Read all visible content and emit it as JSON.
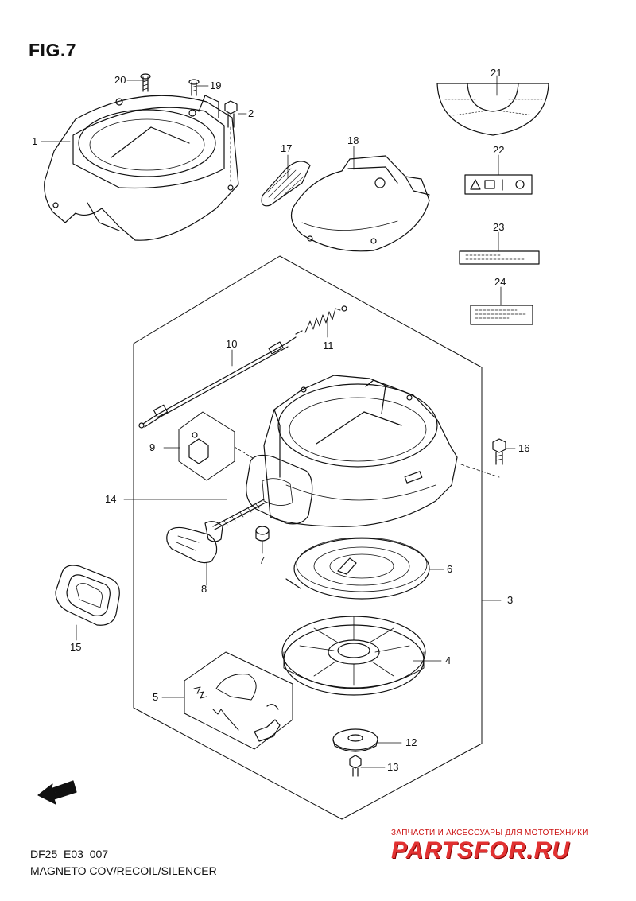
{
  "figure": {
    "title": "FIG.7",
    "code": "DF25_E03_007",
    "caption": "MAGNETO COV/RECOIL/SILENCER",
    "fwd_label": "FWD"
  },
  "watermark": {
    "line": "ЗАПЧАСТИ И АКСЕССУАРЫ ДЛЯ МОТОТЕХНИКИ",
    "logo": "PARTSFOR.RU"
  },
  "callouts": [
    {
      "id": "1",
      "label": "1"
    },
    {
      "id": "2",
      "label": "2"
    },
    {
      "id": "3",
      "label": "3"
    },
    {
      "id": "4",
      "label": "4"
    },
    {
      "id": "5",
      "label": "5"
    },
    {
      "id": "6",
      "label": "6"
    },
    {
      "id": "7",
      "label": "7"
    },
    {
      "id": "8",
      "label": "8"
    },
    {
      "id": "9",
      "label": "9"
    },
    {
      "id": "10",
      "label": "10"
    },
    {
      "id": "11",
      "label": "11"
    },
    {
      "id": "12",
      "label": "12"
    },
    {
      "id": "13",
      "label": "13"
    },
    {
      "id": "14",
      "label": "14"
    },
    {
      "id": "15",
      "label": "15"
    },
    {
      "id": "16",
      "label": "16"
    },
    {
      "id": "17",
      "label": "17"
    },
    {
      "id": "18",
      "label": "18"
    },
    {
      "id": "19",
      "label": "19"
    },
    {
      "id": "20",
      "label": "20"
    },
    {
      "id": "21",
      "label": "21"
    },
    {
      "id": "22",
      "label": "22"
    },
    {
      "id": "23",
      "label": "23"
    },
    {
      "id": "24",
      "label": "24"
    }
  ]
}
